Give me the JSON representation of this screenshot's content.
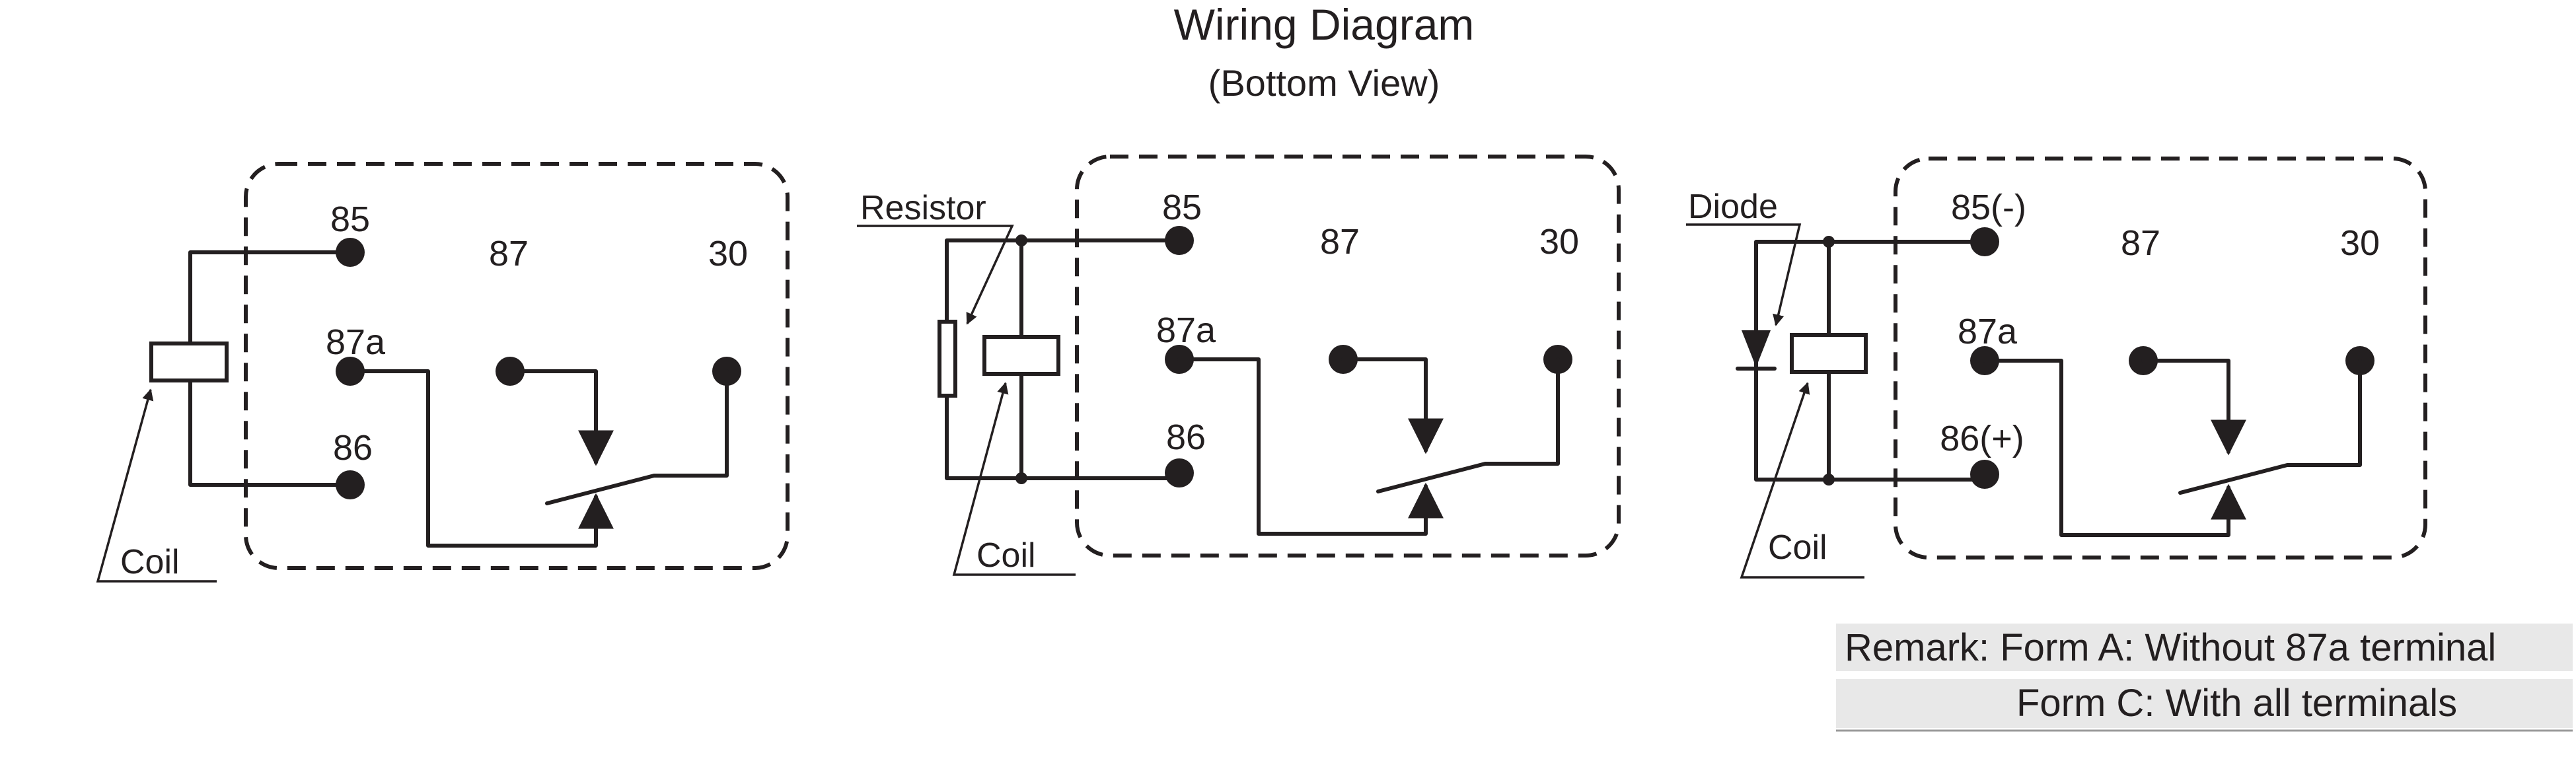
{
  "title": "Wiring Diagram",
  "subtitle": "(Bottom View)",
  "diagrams": [
    {
      "pins": {
        "p85": "85",
        "p87": "87",
        "p30": "30",
        "p87a": "87a",
        "p86": "86"
      },
      "coil_label": "Coil"
    },
    {
      "pins": {
        "p85": "85",
        "p87": "87",
        "p30": "30",
        "p87a": "87a",
        "p86": "86"
      },
      "resistor_label": "Resistor",
      "coil_label": "Coil"
    },
    {
      "pins": {
        "p85": "85(-)",
        "p87": "87",
        "p30": "30",
        "p87a": "87a",
        "p86": "86(+)"
      },
      "diode_label": "Diode",
      "coil_label": "Coil"
    }
  ],
  "remark": {
    "line1": "Remark: Form A: Without 87a terminal",
    "line2": "Form C: With all terminals"
  }
}
